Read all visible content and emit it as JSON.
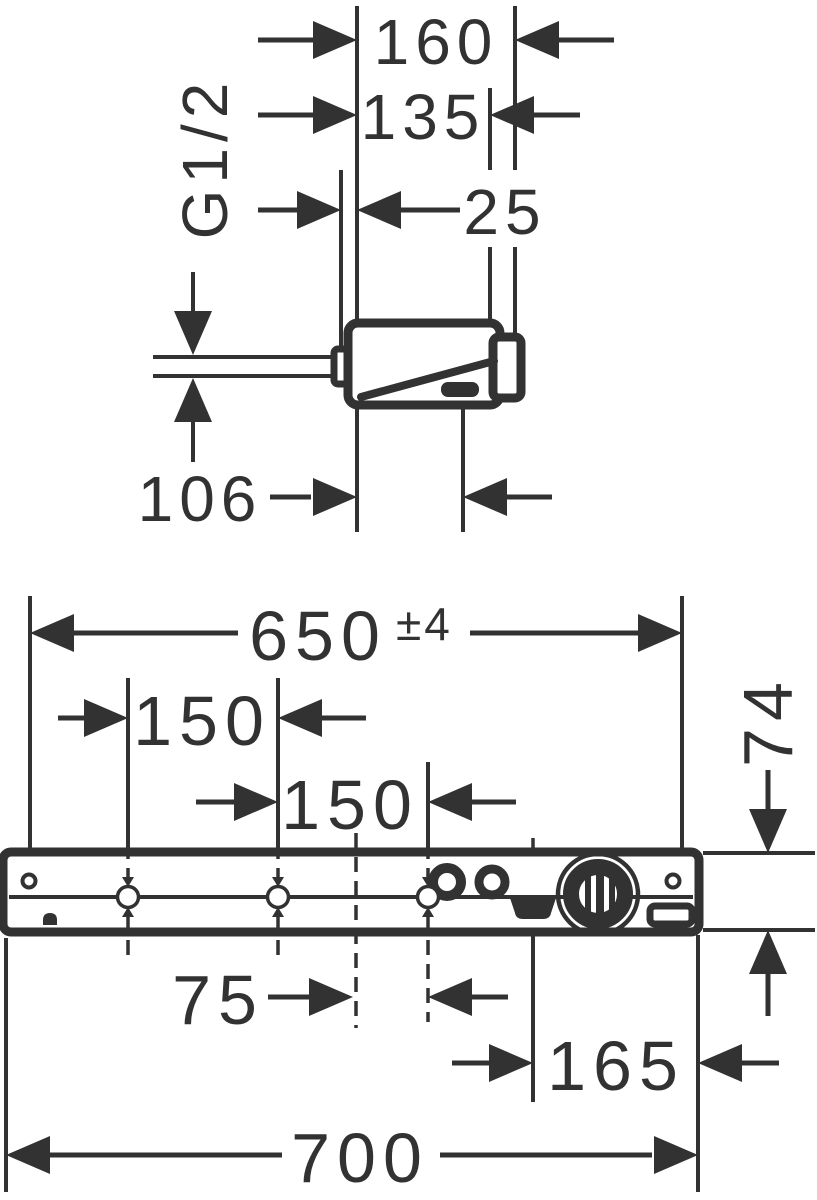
{
  "drawing": {
    "type": "technical-dimension-drawing",
    "ink_color": "#323232",
    "background": "#ffffff",
    "side_view": {
      "overall_depth": "160",
      "depth_to_body": "135",
      "wall_clearance": "25",
      "thread_label": "G1/2",
      "drop_offset": "106"
    },
    "front_view": {
      "mounting_span": "650",
      "mounting_span_tolerance": "±4",
      "hole_spacing_left": "150",
      "hole_spacing_mid": "150",
      "bar_height": "74",
      "center_to_hole": "75",
      "outlet_to_end": "165",
      "overall_length": "700"
    }
  }
}
